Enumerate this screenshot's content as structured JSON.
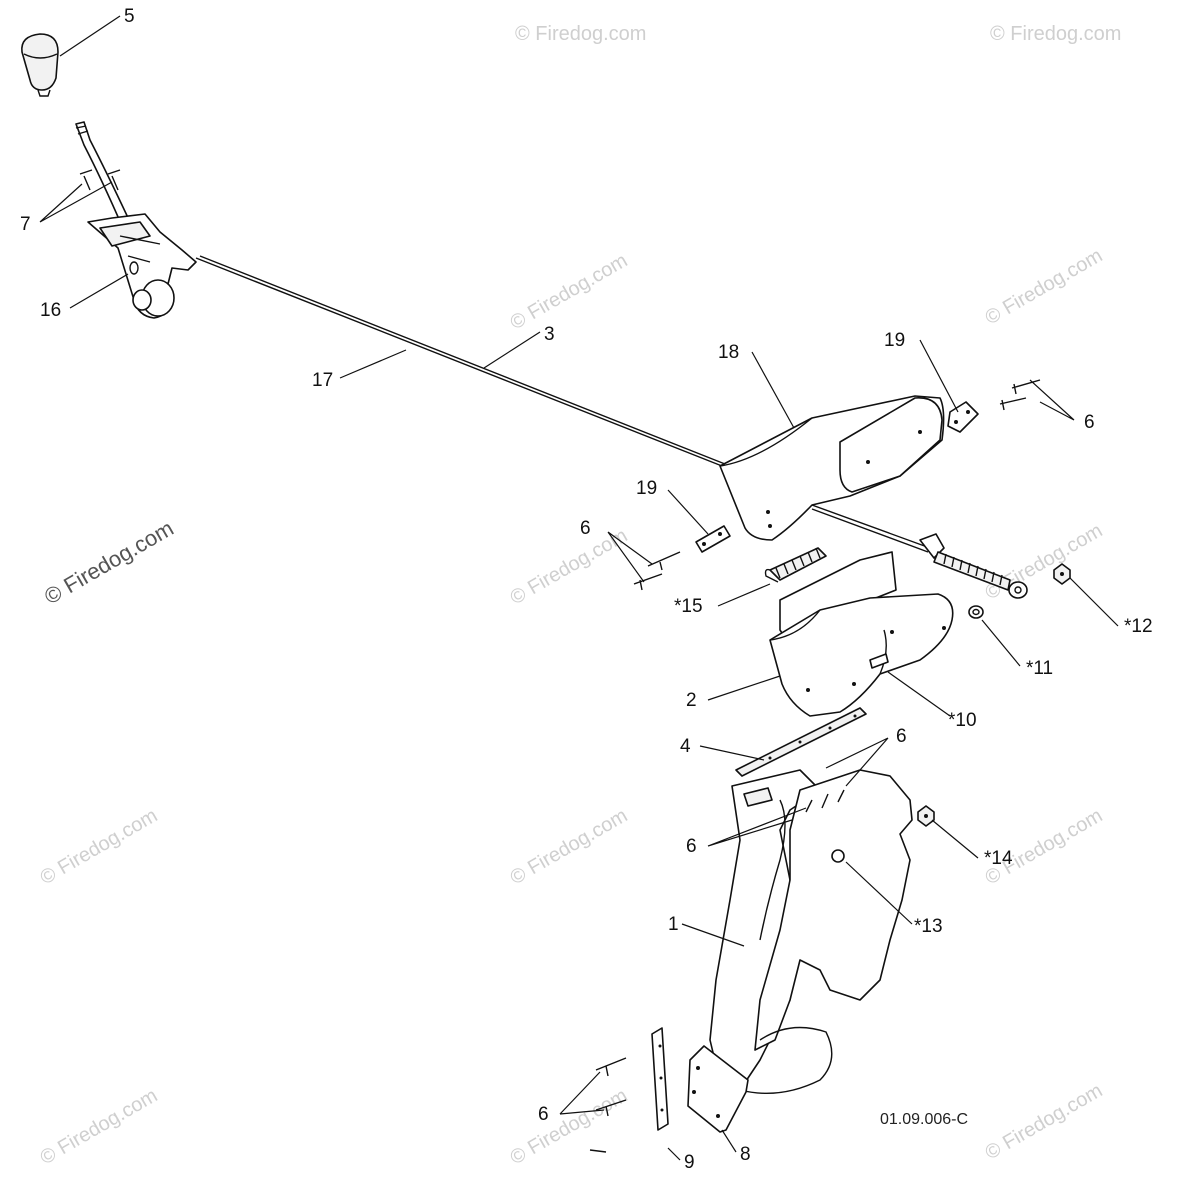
{
  "watermark": {
    "text": "© Firedog.com",
    "main_text": "© Firedog.com"
  },
  "figure_code": "01.09.006-C",
  "callouts": [
    {
      "id": "c5",
      "text": "5"
    },
    {
      "id": "c7",
      "text": "7"
    },
    {
      "id": "c16",
      "text": "16"
    },
    {
      "id": "c17",
      "text": "17"
    },
    {
      "id": "c3",
      "text": "3"
    },
    {
      "id": "c18",
      "text": "18"
    },
    {
      "id": "c19a",
      "text": "19"
    },
    {
      "id": "c6a",
      "text": "6"
    },
    {
      "id": "c19b",
      "text": "19"
    },
    {
      "id": "c6b",
      "text": "6"
    },
    {
      "id": "c15",
      "text": "*15"
    },
    {
      "id": "c12",
      "text": "*12"
    },
    {
      "id": "c11",
      "text": "*11"
    },
    {
      "id": "c2",
      "text": "2"
    },
    {
      "id": "c10",
      "text": "*10"
    },
    {
      "id": "c4",
      "text": "4"
    },
    {
      "id": "c6c",
      "text": "6"
    },
    {
      "id": "c6d",
      "text": "6"
    },
    {
      "id": "c14",
      "text": "*14"
    },
    {
      "id": "c13",
      "text": "*13"
    },
    {
      "id": "c1",
      "text": "1"
    },
    {
      "id": "c6e",
      "text": "6"
    },
    {
      "id": "c8",
      "text": "8"
    },
    {
      "id": "c9",
      "text": "9"
    }
  ]
}
